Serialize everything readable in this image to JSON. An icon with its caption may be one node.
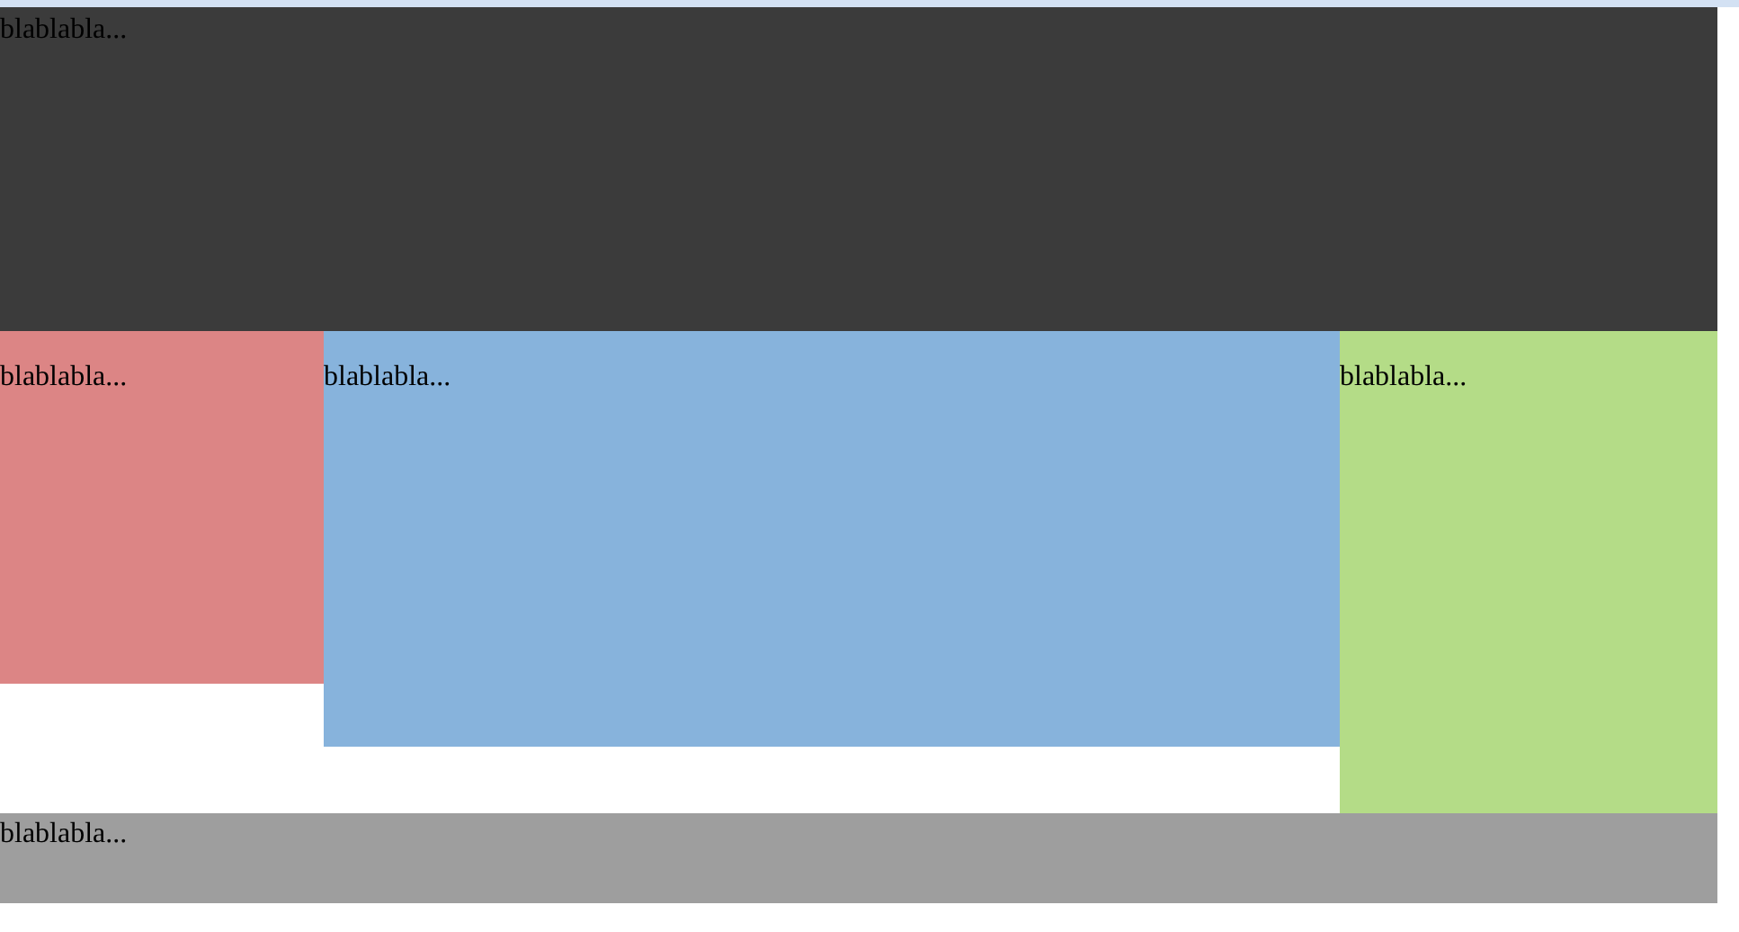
{
  "diagram": {
    "nodes": [
      {
        "text": [
          "blablabla..."
        ]
      },
      {
        "text": [
          "blablabla..."
        ]
      },
      {
        "text": [
          "blablabla..."
        ]
      },
      {
        "text": [
          "blablabla..."
        ]
      },
      {
        "text": [
          "blablabla..."
        ]
      }
    ]
  }
}
